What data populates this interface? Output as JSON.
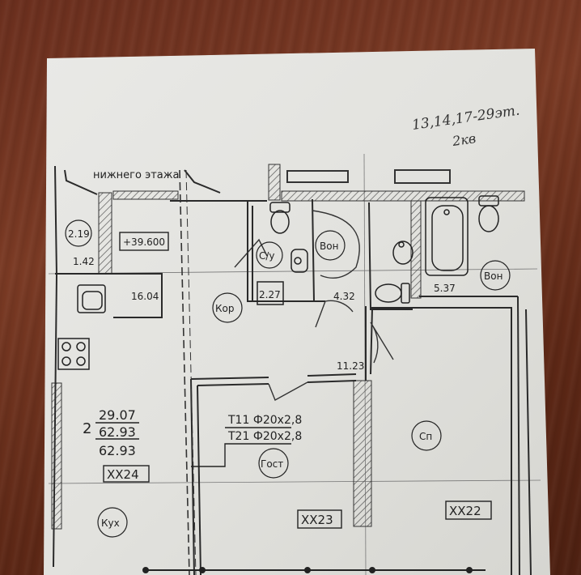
{
  "handwritten": {
    "floors": "13,14,17-29эт.",
    "apt": "2кв"
  },
  "labels": {
    "lower_floor": "нижнего этажа",
    "area_219": "2.19",
    "area_142": "1.42",
    "elevation": "+39.600",
    "area_1604": "16.04",
    "cy": "С/у",
    "von": "Вон",
    "kor": "Кор",
    "area_227": "2.27",
    "area_432": "4.32",
    "area_537": "5.37",
    "von2": "Вон",
    "area_1123": "11.23",
    "rooms": "2",
    "area_2907": "29.07",
    "area_6293a": "62.93",
    "area_6293b": "62.93",
    "t11": "Т11 Ф20х2,8",
    "t21": "Т21 Ф20х2,8",
    "sp": "Сп",
    "gost": "Гост",
    "xx24": "ХХ24",
    "kuh": "Кух",
    "xx23": "ХХ23",
    "xx22": "ХХ22"
  }
}
